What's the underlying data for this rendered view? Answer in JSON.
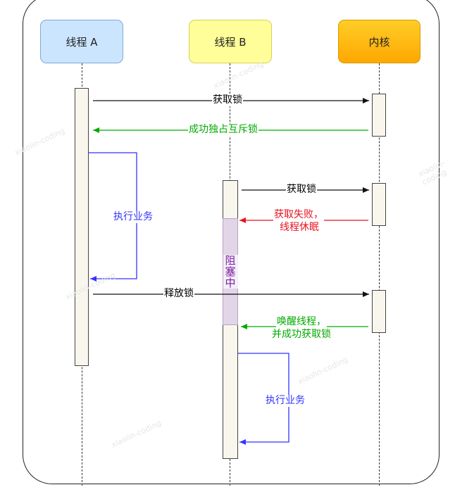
{
  "participants": {
    "thread_a": "线程 A",
    "thread_b": "线程 B",
    "kernel": "内核"
  },
  "messages": {
    "a_acquire": "获取锁",
    "a_granted": "成功独占互斥锁",
    "a_work": "执行业务",
    "b_acquire": "获取锁",
    "b_fail_1": "获取失败，",
    "b_fail_2": "线程休眠",
    "blocked": "阻塞中",
    "a_release": "释放锁",
    "b_wake_1": "唤醒线程，",
    "b_wake_2": "并成功获取锁",
    "b_work": "执行业务"
  },
  "watermark": "xiaolin-coding",
  "colors": {
    "black_arrow": "#111111",
    "green_arrow": "#00aa00",
    "red_arrow": "#e8121e",
    "blue_arrow": "#3333ff",
    "blocked_fill": "#e1d5e7",
    "blocked_text": "#7b1fa2",
    "thread_a_fill": "#cce5ff",
    "thread_b_fill": "#fffe99",
    "kernel_fill": "#ffb71b"
  }
}
